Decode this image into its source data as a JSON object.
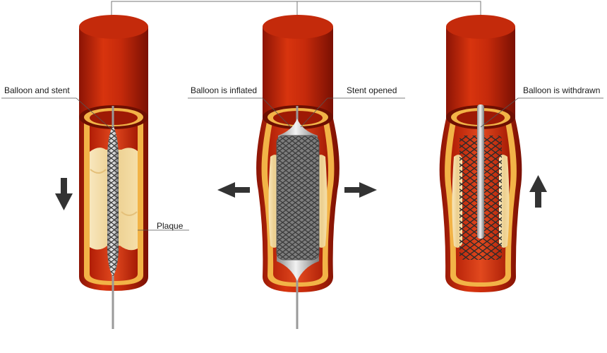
{
  "labels": {
    "balloon_and_stent": "Balloon and stent",
    "plaque": "Plaque",
    "balloon_inflated": "Balloon is inflated",
    "stent_opened": "Stent opened",
    "balloon_withdrawn": "Balloon is withdrawn"
  },
  "arrows": {
    "step1": "down",
    "step2": [
      "left",
      "right"
    ],
    "step3": "up"
  },
  "colors": {
    "artery_dark": "#8c1405",
    "artery": "#c62a0b",
    "artery_light": "#e2491e",
    "vessel_wall": "#f2b347",
    "plaque": "#f4dca6",
    "stent": "#6b6b6b",
    "arrow": "#333333"
  }
}
